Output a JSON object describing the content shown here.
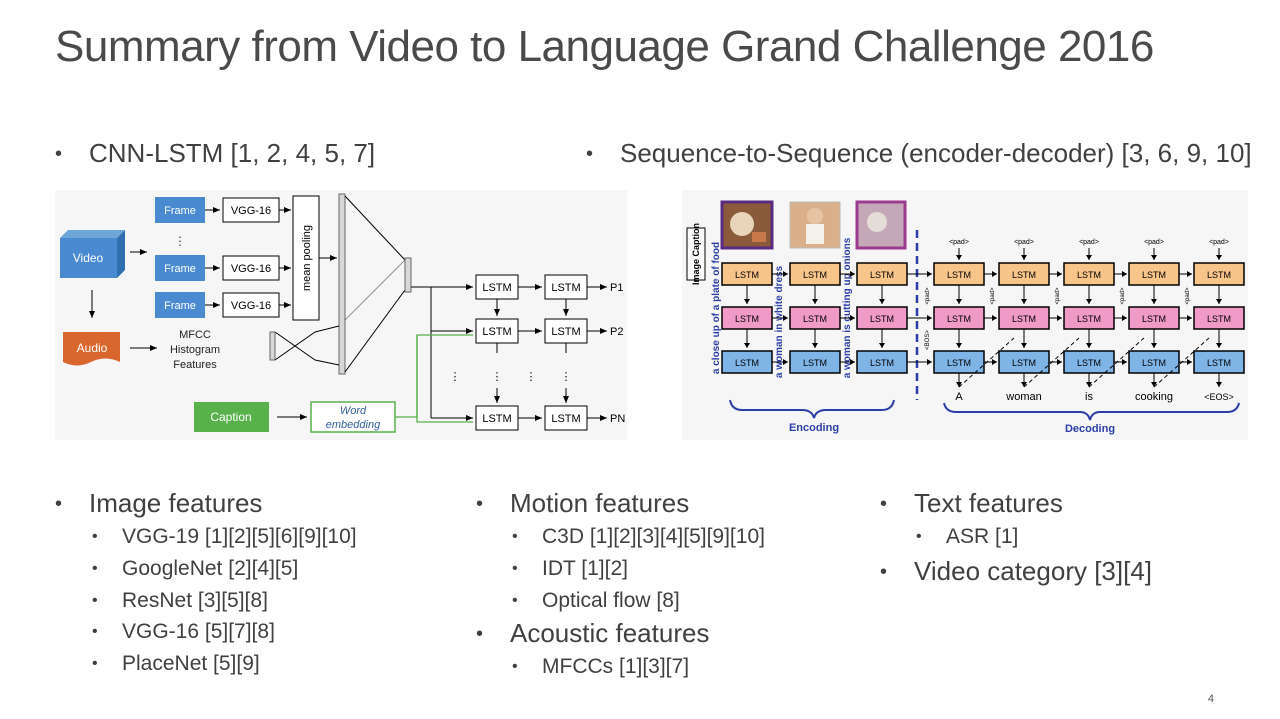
{
  "title": "Summary from Video to Language Grand Challenge 2016",
  "approaches": [
    {
      "label": "CNN-LSTM [1, 2, 4, 5, 7]"
    },
    {
      "label": "Sequence-to-Sequence (encoder-decoder) [3, 6, 9, 10]"
    }
  ],
  "cnn_lstm_figure": {
    "video": "Video",
    "audio": "Audio",
    "frame": "Frame",
    "vgg": "VGG-16",
    "mean_pooling": "mean pooling",
    "mfcc": "MFCC",
    "histogram": "Histogram",
    "features": "Features",
    "caption": "Caption",
    "word": "Word",
    "embedding": "embedding",
    "lstm": "LSTM",
    "p1": "P1",
    "p2": "P2",
    "pn": "PN",
    "vdots": "⋮"
  },
  "seq2seq_figure": {
    "image_caption": "Image Caption",
    "caption_words": [
      "a close up of a plate of food",
      "a woman in white dress",
      "a woman is cutting up onions"
    ],
    "lstm": "LSTM",
    "pad": "<pad>",
    "bos": "<BOS>",
    "output_words": [
      "A",
      "woman",
      "is",
      "cooking",
      "<EOS>"
    ],
    "encoding": "Encoding",
    "decoding": "Decoding"
  },
  "feature_groups": [
    {
      "heading": "Image features",
      "items": [
        "VGG-19 [1][2][5][6][9][10]",
        "GoogleNet [2][4][5]",
        "ResNet [3][5][8]",
        "VGG-16 [5][7][8]",
        "PlaceNet [5][9]"
      ]
    },
    {
      "heading": "Motion features",
      "items": [
        "C3D [1][2][3][4][5][9][10]",
        "IDT [1][2]",
        "Optical flow [8]"
      ]
    },
    {
      "heading": "Acoustic features",
      "items": [
        "MFCCs [1][3][7]"
      ]
    },
    {
      "heading": "Text features",
      "items": [
        "ASR [1]"
      ]
    },
    {
      "heading": "Video category [3][4]",
      "items": []
    }
  ],
  "page_number": "4"
}
